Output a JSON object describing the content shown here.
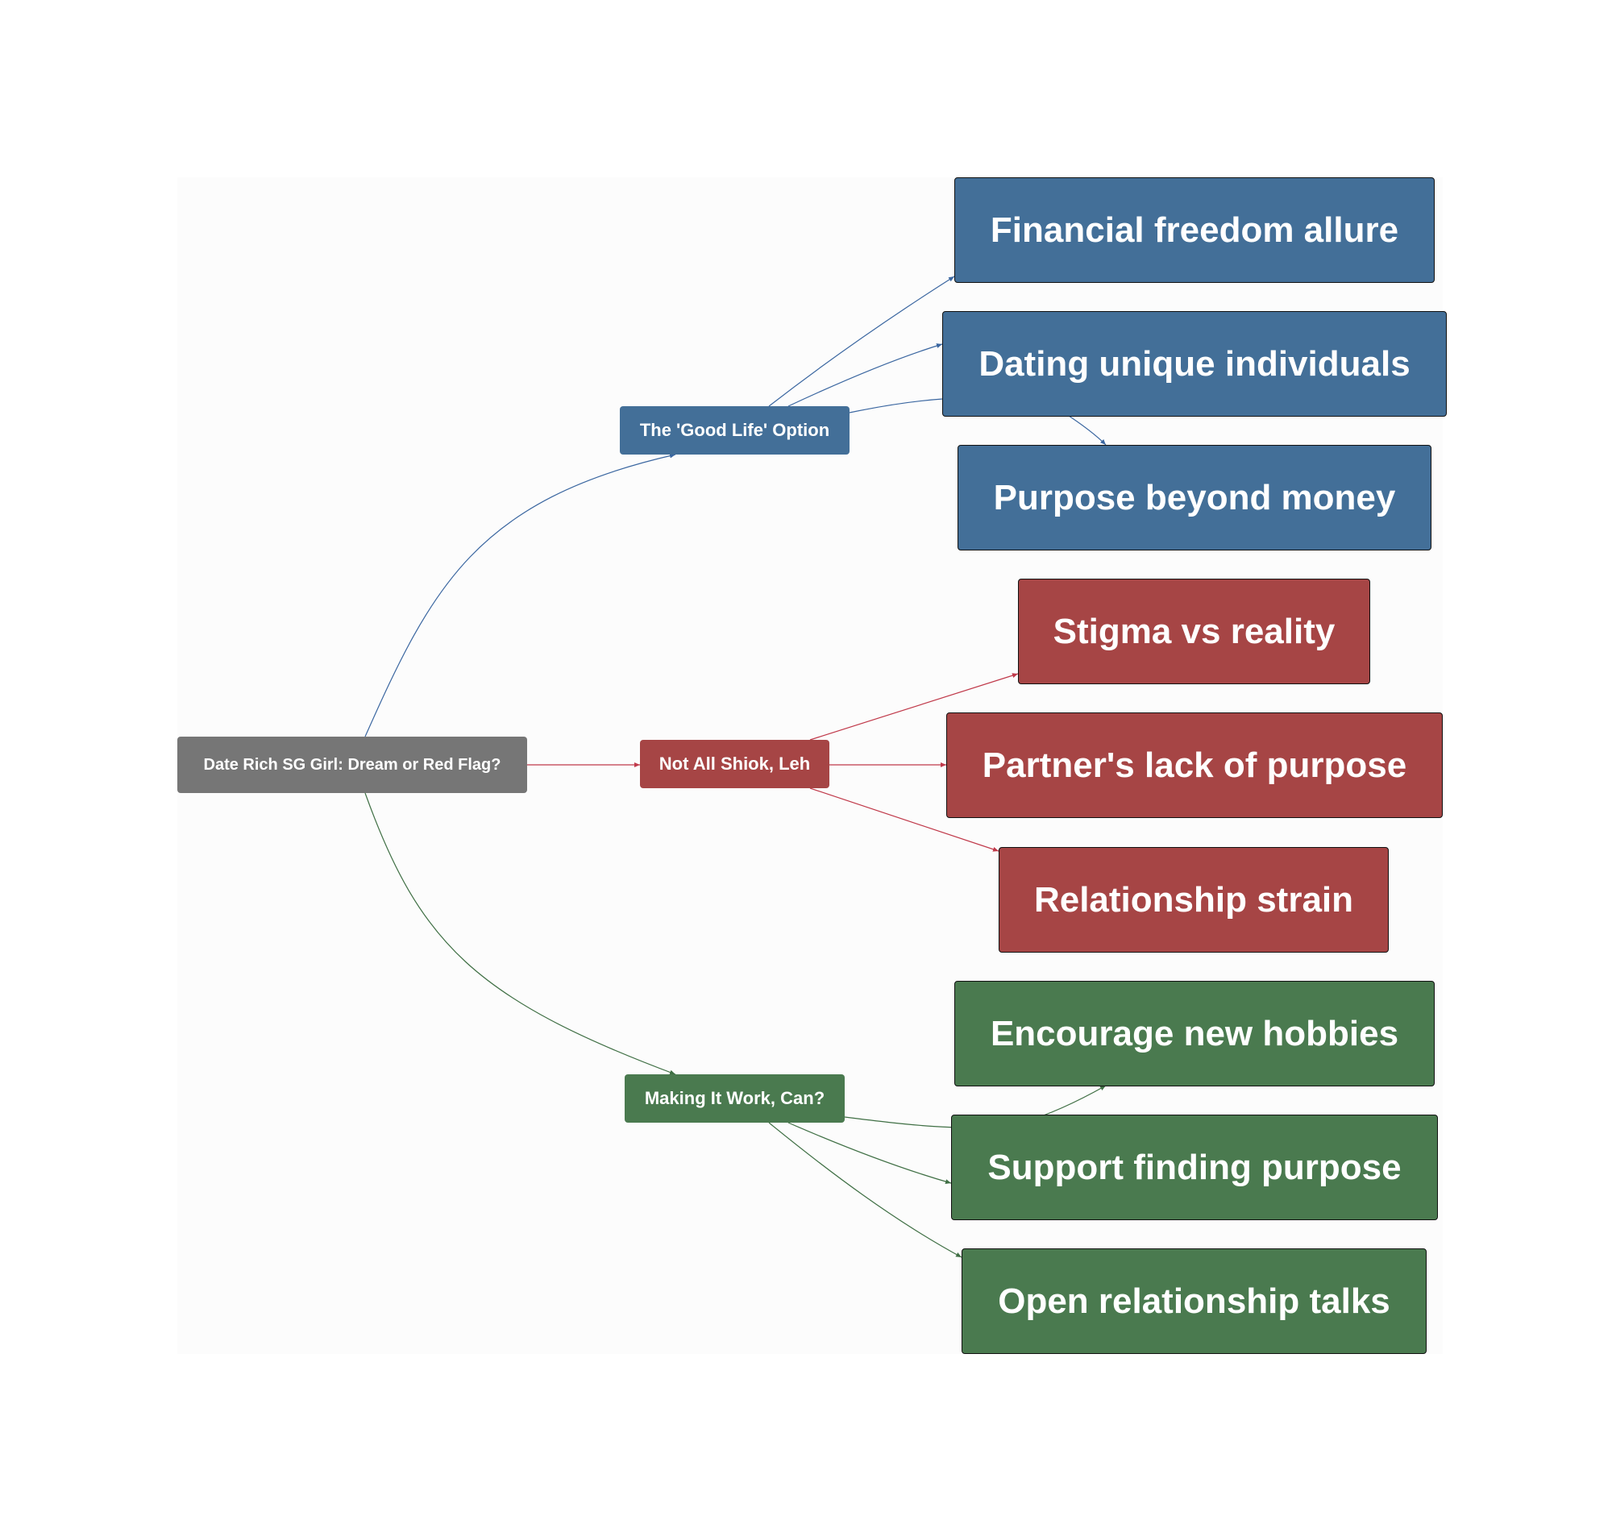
{
  "colors": {
    "root": "#767676",
    "good": "#436f98",
    "bad": "#a64545",
    "work": "#4a7a4f",
    "good_edge": "#3a66a0",
    "bad_edge": "#c0394a",
    "work_edge": "#3f6f44"
  },
  "root": {
    "label": "Date Rich SG Girl: Dream or Red Flag?"
  },
  "branches": [
    {
      "label": "The 'Good Life' Option",
      "color_key": "good",
      "children": [
        "Financial freedom allure",
        "Dating unique individuals",
        "Purpose beyond money"
      ]
    },
    {
      "label": "Not All Shiok, Leh",
      "color_key": "bad",
      "children": [
        "Stigma vs reality",
        "Partner's lack of purpose",
        "Relationship strain"
      ]
    },
    {
      "label": "Making It Work, Can?",
      "color_key": "work",
      "children": [
        "Encourage new hobbies",
        "Support finding purpose",
        "Open relationship talks"
      ]
    }
  ]
}
